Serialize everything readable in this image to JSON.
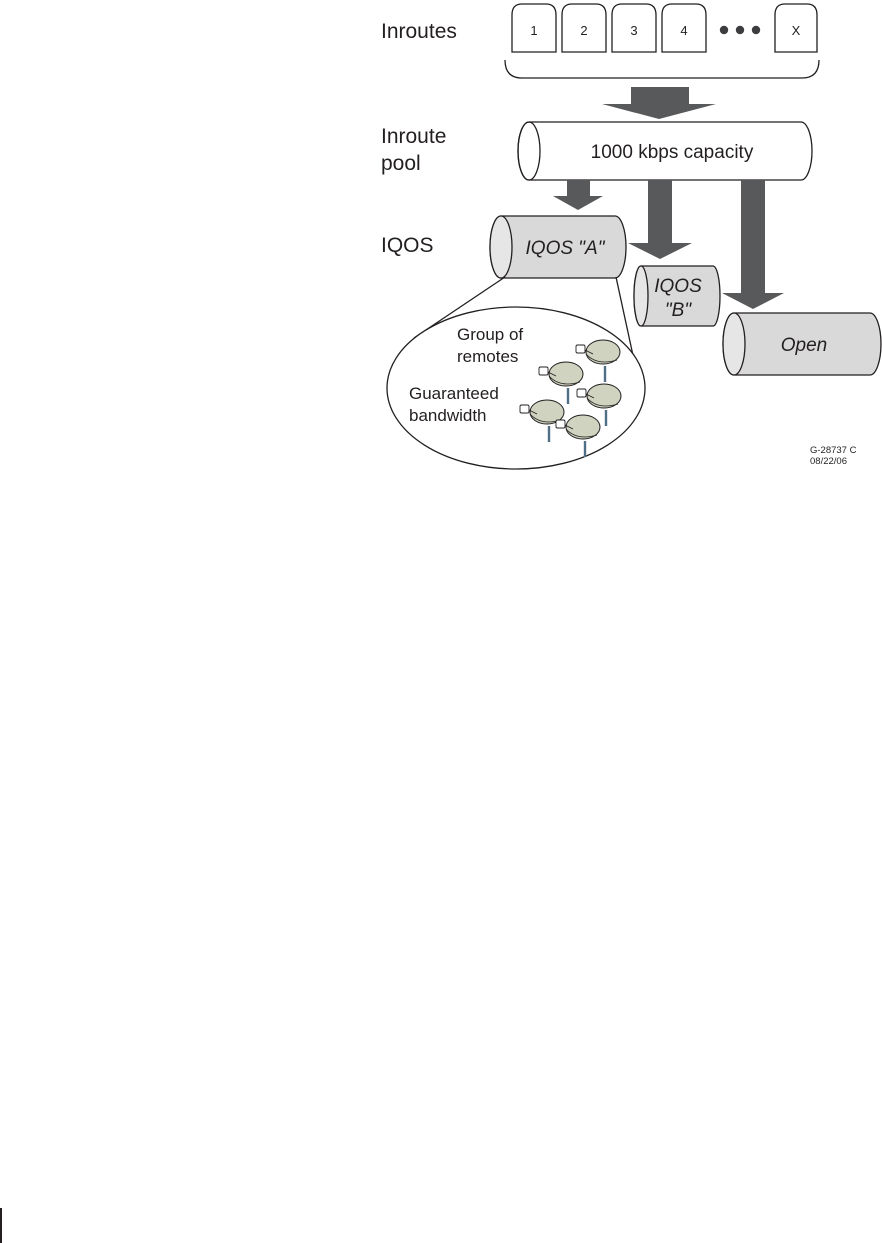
{
  "labels": {
    "inroutes": "Inroutes",
    "inroute_pool_line1": "Inroute",
    "inroute_pool_line2": "pool",
    "iqos": "IQOS"
  },
  "inroutes": [
    "1",
    "2",
    "3",
    "4",
    "X"
  ],
  "pool": {
    "text": "1000 kbps capacity"
  },
  "iqos_a": {
    "text": "IQOS \"A\""
  },
  "iqos_b": {
    "line1": "IQOS",
    "line2": "\"B\""
  },
  "open": {
    "text": "Open"
  },
  "bubble": {
    "group_line1": "Group of",
    "group_line2": "remotes",
    "guaranteed_line1": "Guaranteed",
    "guaranteed_line2": "bandwidth"
  },
  "figure_id": {
    "line1": "G-28737 C",
    "line2": "08/22/06"
  },
  "colors": {
    "arrow": "#58595b",
    "cylinder_fill": "#d9d9da",
    "dish_fill": "#cfd3bf",
    "ink": "#231f20"
  }
}
